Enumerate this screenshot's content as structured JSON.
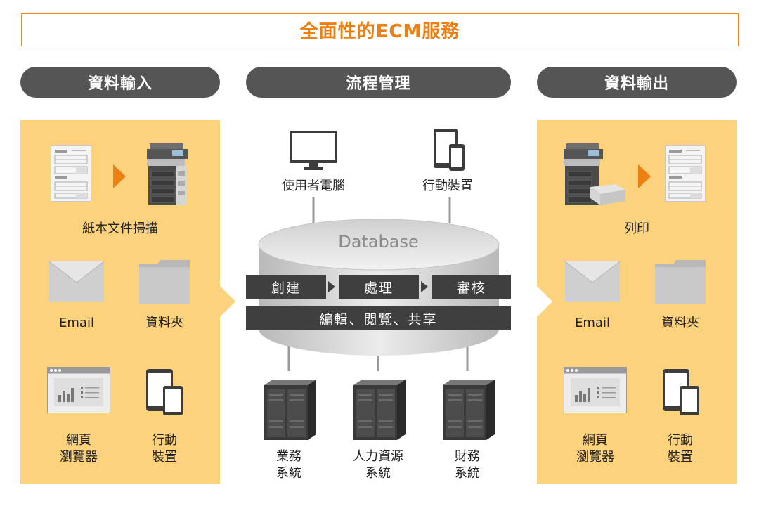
{
  "title": "全面性的ECM服務",
  "sections": {
    "input": "資料輸入",
    "flow": "流程管理",
    "output": "資料輸出"
  },
  "input": {
    "scan": "紙本文件掃描",
    "email": "Email",
    "folder": "資料夾",
    "browser_line1": "網頁",
    "browser_line2": "瀏覽器",
    "mobile_line1": "行動",
    "mobile_line2": "裝置"
  },
  "flow": {
    "pc": "使用者電腦",
    "mobile": "行動裝置",
    "database": "Database",
    "steps": [
      "創建",
      "處理",
      "審核"
    ],
    "share": "編輯、閱覽、共享",
    "systems": [
      {
        "line1": "業務",
        "line2": "系統"
      },
      {
        "line1": "人力資源",
        "line2": "系統"
      },
      {
        "line1": "財務",
        "line2": "系統"
      }
    ]
  },
  "output": {
    "print": "列印",
    "email": "Email",
    "folder": "資料夾",
    "browser_line1": "網頁",
    "browser_line2": "瀏覽器",
    "mobile_line1": "行動",
    "mobile_line2": "裝置"
  },
  "colors": {
    "accent": "#ee7f12",
    "panel": "#fdd27c",
    "dark": "#3f3f3f",
    "pill": "#555555"
  }
}
